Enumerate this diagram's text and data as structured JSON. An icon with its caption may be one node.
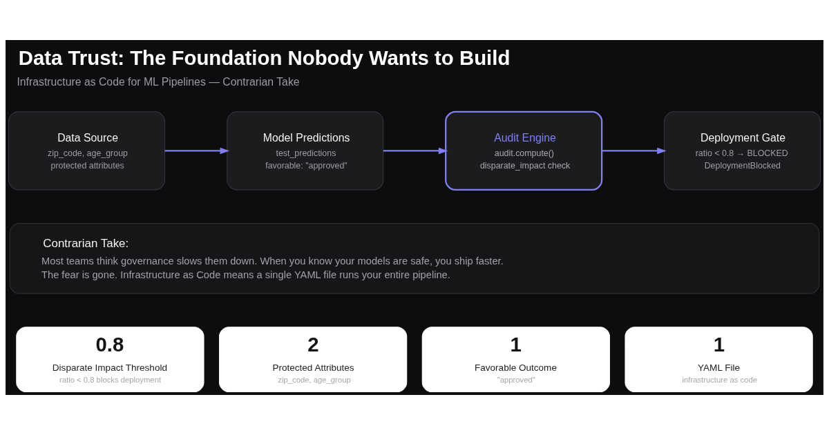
{
  "diagram": {
    "title": "Data Trust: The Foundation Nobody Wants to Build",
    "caption": "Infrastructure as Code for ML Pipelines — Contrarian Take",
    "nodes": [
      {
        "text": [
          "Data Source",
          "zip_code, age_group",
          "protected attributes"
        ]
      },
      {
        "text": [
          "Model Predictions",
          "test_predictions",
          "favorable: \"approved\""
        ]
      },
      {
        "text": [
          "Audit Engine",
          "audit.compute()",
          "disparate_impact check"
        ]
      },
      {
        "text": [
          "Deployment Gate",
          "ratio < 0.8 → BLOCKED",
          "DeploymentBlocked"
        ]
      },
      {
        "text": [
          "Contrarian Take:",
          "Most teams think governance slows them down. When you know your models are safe, you ship faster.",
          "The fear is gone. Infrastructure as Code means a single YAML file runs your entire pipeline."
        ]
      },
      {
        "text": [
          "0.8",
          "Disparate Impact Threshold",
          "ratio < 0.8 blocks deployment"
        ]
      },
      {
        "text": [
          "2",
          "Protected Attributes",
          "zip_code, age_group"
        ]
      },
      {
        "text": [
          "1",
          "Favorable Outcome",
          "\"approved\""
        ]
      },
      {
        "text": [
          "1",
          "YAML File",
          "infrastructure as code"
        ]
      }
    ],
    "edges": [
      {
        "from": 0,
        "to": 1,
        "arrow": "to"
      },
      {
        "from": 1,
        "to": 2,
        "arrow": "to"
      },
      {
        "from": 2,
        "to": 3,
        "arrow": "to"
      }
    ]
  }
}
